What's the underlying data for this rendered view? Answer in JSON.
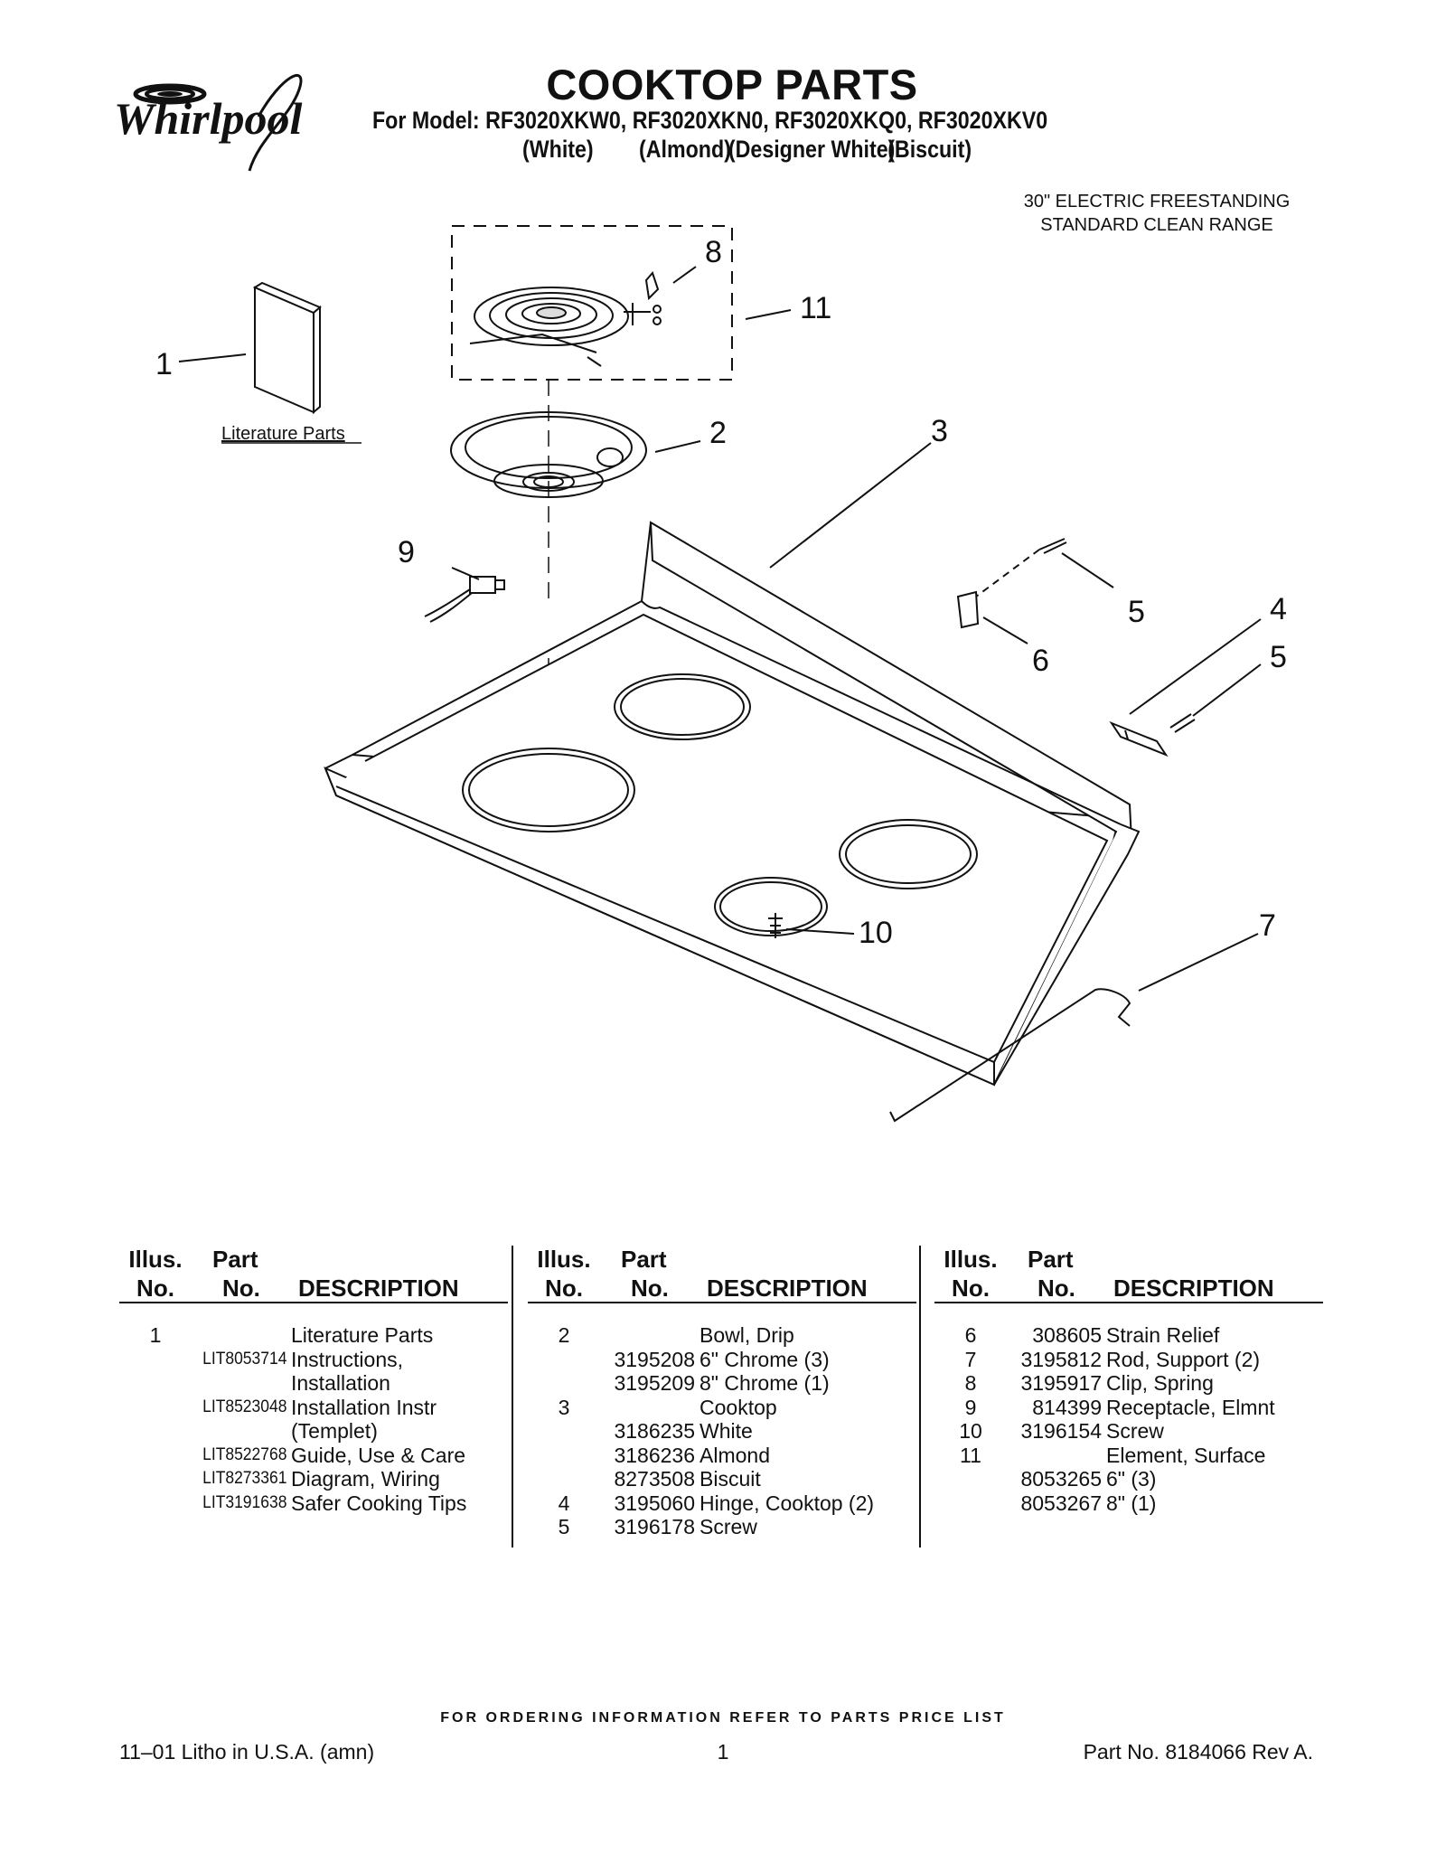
{
  "brand": "Whirlpool",
  "header": {
    "title": "COOKTOP PARTS",
    "models": "For Model: RF3020XKW0, RF3020XKN0, RF3020XKQ0, RF3020XKV0",
    "colors": [
      "(White)",
      "(Almond)",
      "(Designer White)",
      "(Biscuit)"
    ],
    "range_type_line1": "30\" ELECTRIC FREESTANDING",
    "range_type_line2": "STANDARD CLEAN RANGE"
  },
  "diagram": {
    "literature_label": "Literature Parts",
    "callouts": [
      "1",
      "2",
      "3",
      "4",
      "5",
      "5",
      "6",
      "7",
      "8",
      "9",
      "10",
      "11"
    ]
  },
  "table": {
    "headers": {
      "illus1": "Illus.",
      "illus2": "No.",
      "part1": "Part",
      "part2": "No.",
      "desc": "DESCRIPTION"
    },
    "columns": [
      [
        {
          "illus": "1",
          "part": "",
          "desc": "Literature Parts"
        },
        {
          "illus": "",
          "part": "LIT8053714",
          "desc": "Instructions,"
        },
        {
          "illus": "",
          "part": "",
          "desc": "Installation"
        },
        {
          "illus": "",
          "part": "LIT8523048",
          "desc": "Installation Instr"
        },
        {
          "illus": "",
          "part": "",
          "desc": "(Templet)"
        },
        {
          "illus": "",
          "part": "LIT8522768",
          "desc": "Guide, Use & Care"
        },
        {
          "illus": "",
          "part": "LIT8273361",
          "desc": "Diagram, Wiring"
        },
        {
          "illus": "",
          "part": "LIT3191638",
          "desc": "Safer Cooking Tips"
        }
      ],
      [
        {
          "illus": "2",
          "part": "",
          "desc": "Bowl, Drip"
        },
        {
          "illus": "",
          "part": "3195208",
          "desc": "6\" Chrome (3)"
        },
        {
          "illus": "",
          "part": "3195209",
          "desc": "8\" Chrome (1)"
        },
        {
          "illus": "3",
          "part": "",
          "desc": "Cooktop"
        },
        {
          "illus": "",
          "part": "3186235",
          "desc": "White"
        },
        {
          "illus": "",
          "part": "3186236",
          "desc": "Almond"
        },
        {
          "illus": "",
          "part": "8273508",
          "desc": "Biscuit"
        },
        {
          "illus": "4",
          "part": "3195060",
          "desc": "Hinge, Cooktop (2)"
        },
        {
          "illus": "5",
          "part": "3196178",
          "desc": "Screw"
        }
      ],
      [
        {
          "illus": "6",
          "part": "308605",
          "desc": "Strain Relief"
        },
        {
          "illus": "7",
          "part": "3195812",
          "desc": "Rod, Support (2)"
        },
        {
          "illus": "8",
          "part": "3195917",
          "desc": "Clip, Spring"
        },
        {
          "illus": "9",
          "part": "814399",
          "desc": "Receptacle, Elmnt"
        },
        {
          "illus": "10",
          "part": "3196154",
          "desc": "Screw"
        },
        {
          "illus": "11",
          "part": "",
          "desc": "Element, Surface"
        },
        {
          "illus": "",
          "part": "8053265",
          "desc": "6\" (3)"
        },
        {
          "illus": "",
          "part": "8053267",
          "desc": "8\" (1)"
        }
      ]
    ]
  },
  "footer": {
    "note": "FOR ORDERING INFORMATION REFER TO PARTS PRICE LIST",
    "left": "11–01 Litho in U.S.A. (amn)",
    "page": "1",
    "right": "Part No. 8184066 Rev A."
  }
}
